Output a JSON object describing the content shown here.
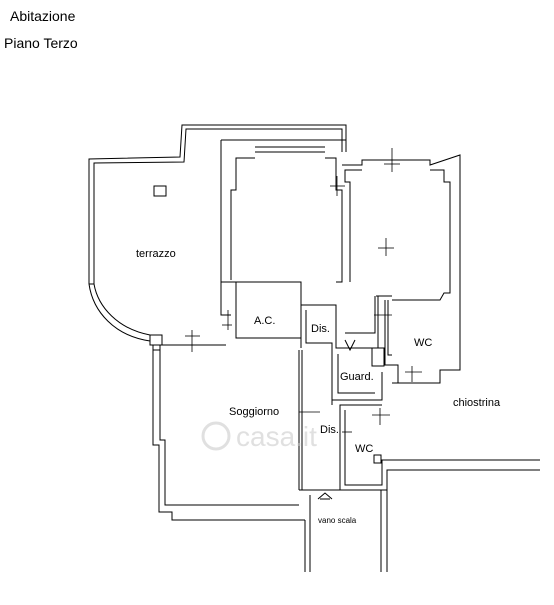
{
  "header": {
    "title": "Abitazione",
    "subtitle": "Piano Terzo"
  },
  "rooms": {
    "terrazzo": "terrazzo",
    "ac": "A.C.",
    "dis_upper": "Dis.",
    "wc_upper": "WC",
    "guard": "Guard.",
    "soggiorno": "Soggiorno",
    "dis_lower": "Dis.",
    "wc_lower": "WC"
  },
  "annotations": {
    "chiostrina": "chiostrina",
    "vano_scala": "vano scala"
  },
  "watermark": {
    "text": "casa.it"
  },
  "colors": {
    "line": "#000000",
    "background": "#ffffff",
    "watermark": "#c8c8c8"
  }
}
